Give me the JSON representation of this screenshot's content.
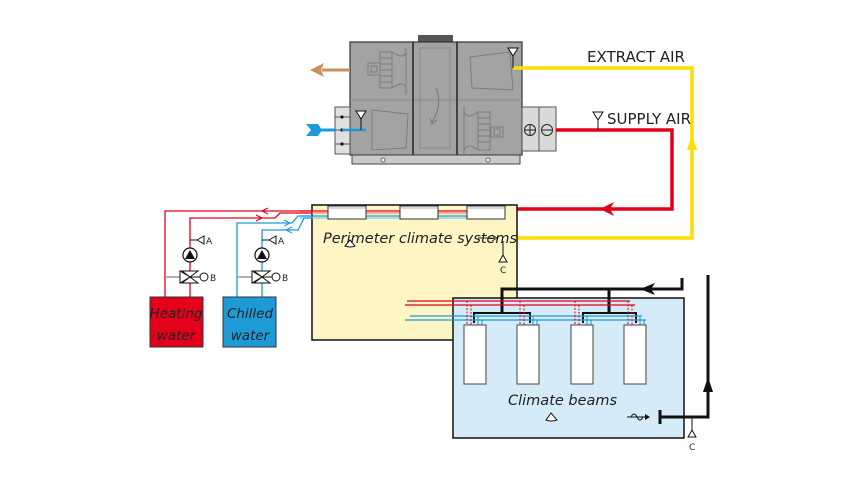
{
  "diagram": {
    "labels": {
      "extract_air": "EXTRACT AIR",
      "supply_air": "SUPPLY AIR",
      "perimeter": "Perimeter climate systems",
      "climate_beams": "Climate beams",
      "heating_line1": "Heating",
      "heating_line2": "water",
      "chilled_line1": "Chilled",
      "chilled_line2": "water",
      "valve_a": "A",
      "valve_b": "B",
      "sensor_c": "C"
    },
    "colors": {
      "heating": "#e2001a",
      "chilled": "#1e9bd7",
      "extract": "#ffdd00",
      "exhaust": "#c8915a",
      "perimeter_bg": "#fdf5c3",
      "beams_bg": "#d5ebf8",
      "ahu_gray": "#9a9a9a"
    },
    "components": {
      "air_handling_unit": "Air handling unit",
      "heater": "heating-coil-symbol",
      "cooler": "cooling-coil-symbol",
      "pump": "circulation-pump",
      "valve": "three-way-valve"
    }
  }
}
